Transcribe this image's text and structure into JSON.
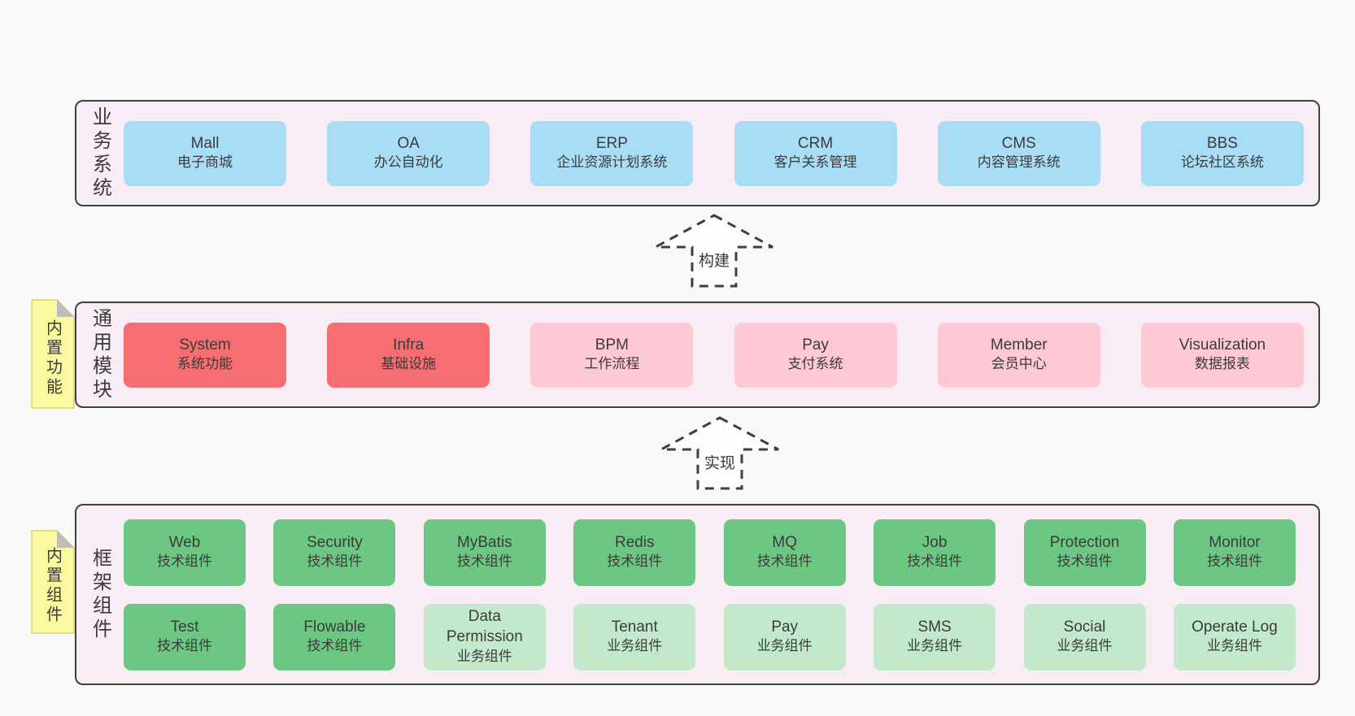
{
  "colors": {
    "page_background": "#f8f8f8",
    "container_background": "#f8edf4",
    "container_border": "#3f3f3f",
    "box_blue": "#a9dcf5",
    "box_red": "#f66d72",
    "box_pink": "#fec9d4",
    "box_green": "#6cc783",
    "box_lightgreen": "#c3e9cc",
    "sticky_yellow": "#fbf9a0",
    "sticky_fold_gray": "#bdbdbd",
    "text": "#3b3b3b"
  },
  "tiers": [
    {
      "id": "business-systems",
      "label": "业务系统",
      "rows": [
        [
          {
            "name": "Mall",
            "desc": "电子商城",
            "variant": "blue"
          },
          {
            "name": "OA",
            "desc": "办公自动化",
            "variant": "blue"
          },
          {
            "name": "ERP",
            "desc": "企业资源计划系统",
            "variant": "blue"
          },
          {
            "name": "CRM",
            "desc": "客户关系管理",
            "variant": "blue"
          },
          {
            "name": "CMS",
            "desc": "内容管理系统",
            "variant": "blue"
          },
          {
            "name": "BBS",
            "desc": "论坛社区系统",
            "variant": "blue"
          }
        ]
      ]
    },
    {
      "id": "common-modules",
      "label": "通用模块",
      "sticky": "内置功能",
      "rows": [
        [
          {
            "name": "System",
            "desc": "系统功能",
            "variant": "red"
          },
          {
            "name": "Infra",
            "desc": "基础设施",
            "variant": "red"
          },
          {
            "name": "BPM",
            "desc": "工作流程",
            "variant": "pink"
          },
          {
            "name": "Pay",
            "desc": "支付系统",
            "variant": "pink"
          },
          {
            "name": "Member",
            "desc": "会员中心",
            "variant": "pink"
          },
          {
            "name": "Visualization",
            "desc": "数据报表",
            "variant": "pink"
          }
        ]
      ]
    },
    {
      "id": "framework-components",
      "label": "框架组件",
      "sticky": "内置组件",
      "rows": [
        [
          {
            "name": "Web",
            "desc": "技术组件",
            "variant": "green"
          },
          {
            "name": "Security",
            "desc": "技术组件",
            "variant": "green"
          },
          {
            "name": "MyBatis",
            "desc": "技术组件",
            "variant": "green"
          },
          {
            "name": "Redis",
            "desc": "技术组件",
            "variant": "green"
          },
          {
            "name": "MQ",
            "desc": "技术组件",
            "variant": "green"
          },
          {
            "name": "Job",
            "desc": "技术组件",
            "variant": "green"
          },
          {
            "name": "Protection",
            "desc": "技术组件",
            "variant": "green"
          },
          {
            "name": "Monitor",
            "desc": "技术组件",
            "variant": "green"
          }
        ],
        [
          {
            "name": "Test",
            "desc": "技术组件",
            "variant": "green"
          },
          {
            "name": "Flowable",
            "desc": "技术组件",
            "variant": "green"
          },
          {
            "name": "Data Permission",
            "desc": "业务组件",
            "variant": "lightgreen"
          },
          {
            "name": "Tenant",
            "desc": "业务组件",
            "variant": "lightgreen"
          },
          {
            "name": "Pay",
            "desc": "业务组件",
            "variant": "lightgreen"
          },
          {
            "name": "SMS",
            "desc": "业务组件",
            "variant": "lightgreen"
          },
          {
            "name": "Social",
            "desc": "业务组件",
            "variant": "lightgreen"
          },
          {
            "name": "Operate Log",
            "desc": "业务组件",
            "variant": "lightgreen"
          }
        ]
      ]
    }
  ],
  "arrows": [
    {
      "label": "构建"
    },
    {
      "label": "实现"
    }
  ],
  "stickies": [
    {
      "label": "内置功能"
    },
    {
      "label": "内置组件"
    }
  ]
}
